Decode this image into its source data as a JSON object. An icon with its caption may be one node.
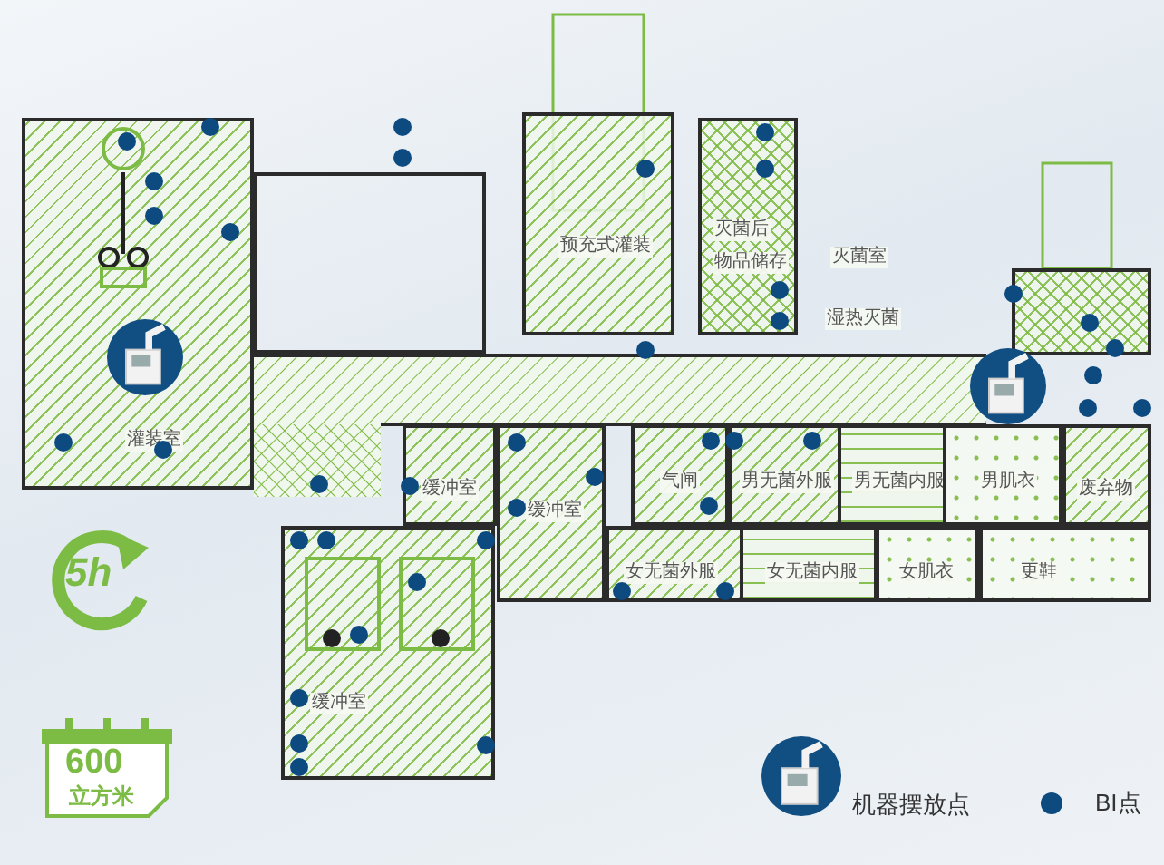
{
  "diagram": {
    "nodes": [
      {
        "text": [
          "灌装室"
        ]
      },
      {
        "text": [
          "预充式灌装"
        ]
      },
      {
        "text": [
          "灭菌后",
          "物品储存"
        ]
      },
      {
        "text": [],
        "shape": "box"
      },
      {
        "text": [
          "缓冲室"
        ]
      },
      {
        "text": [
          "缓冲室"
        ]
      },
      {
        "text": [
          "气闸"
        ]
      },
      {
        "text": [
          "男无菌外服"
        ]
      },
      {
        "text": [
          "男无菌内服"
        ]
      },
      {
        "text": [
          "男肌衣"
        ]
      },
      {
        "text": [
          "废弃物"
        ]
      },
      {
        "text": [
          "女无菌外服"
        ]
      },
      {
        "text": [
          "女无菌内服"
        ]
      },
      {
        "text": [
          "女肌衣"
        ]
      },
      {
        "text": [
          "更鞋"
        ]
      },
      {
        "text": [
          "缓冲室"
        ]
      }
    ],
    "labels": [
      "灭菌室",
      "湿热灭菌",
      "5h",
      "600",
      "立方米"
    ],
    "legend": [
      {
        "text": "机器摆放点"
      },
      {
        "text": "BI点",
        "color": "#0d4a80"
      }
    ]
  }
}
